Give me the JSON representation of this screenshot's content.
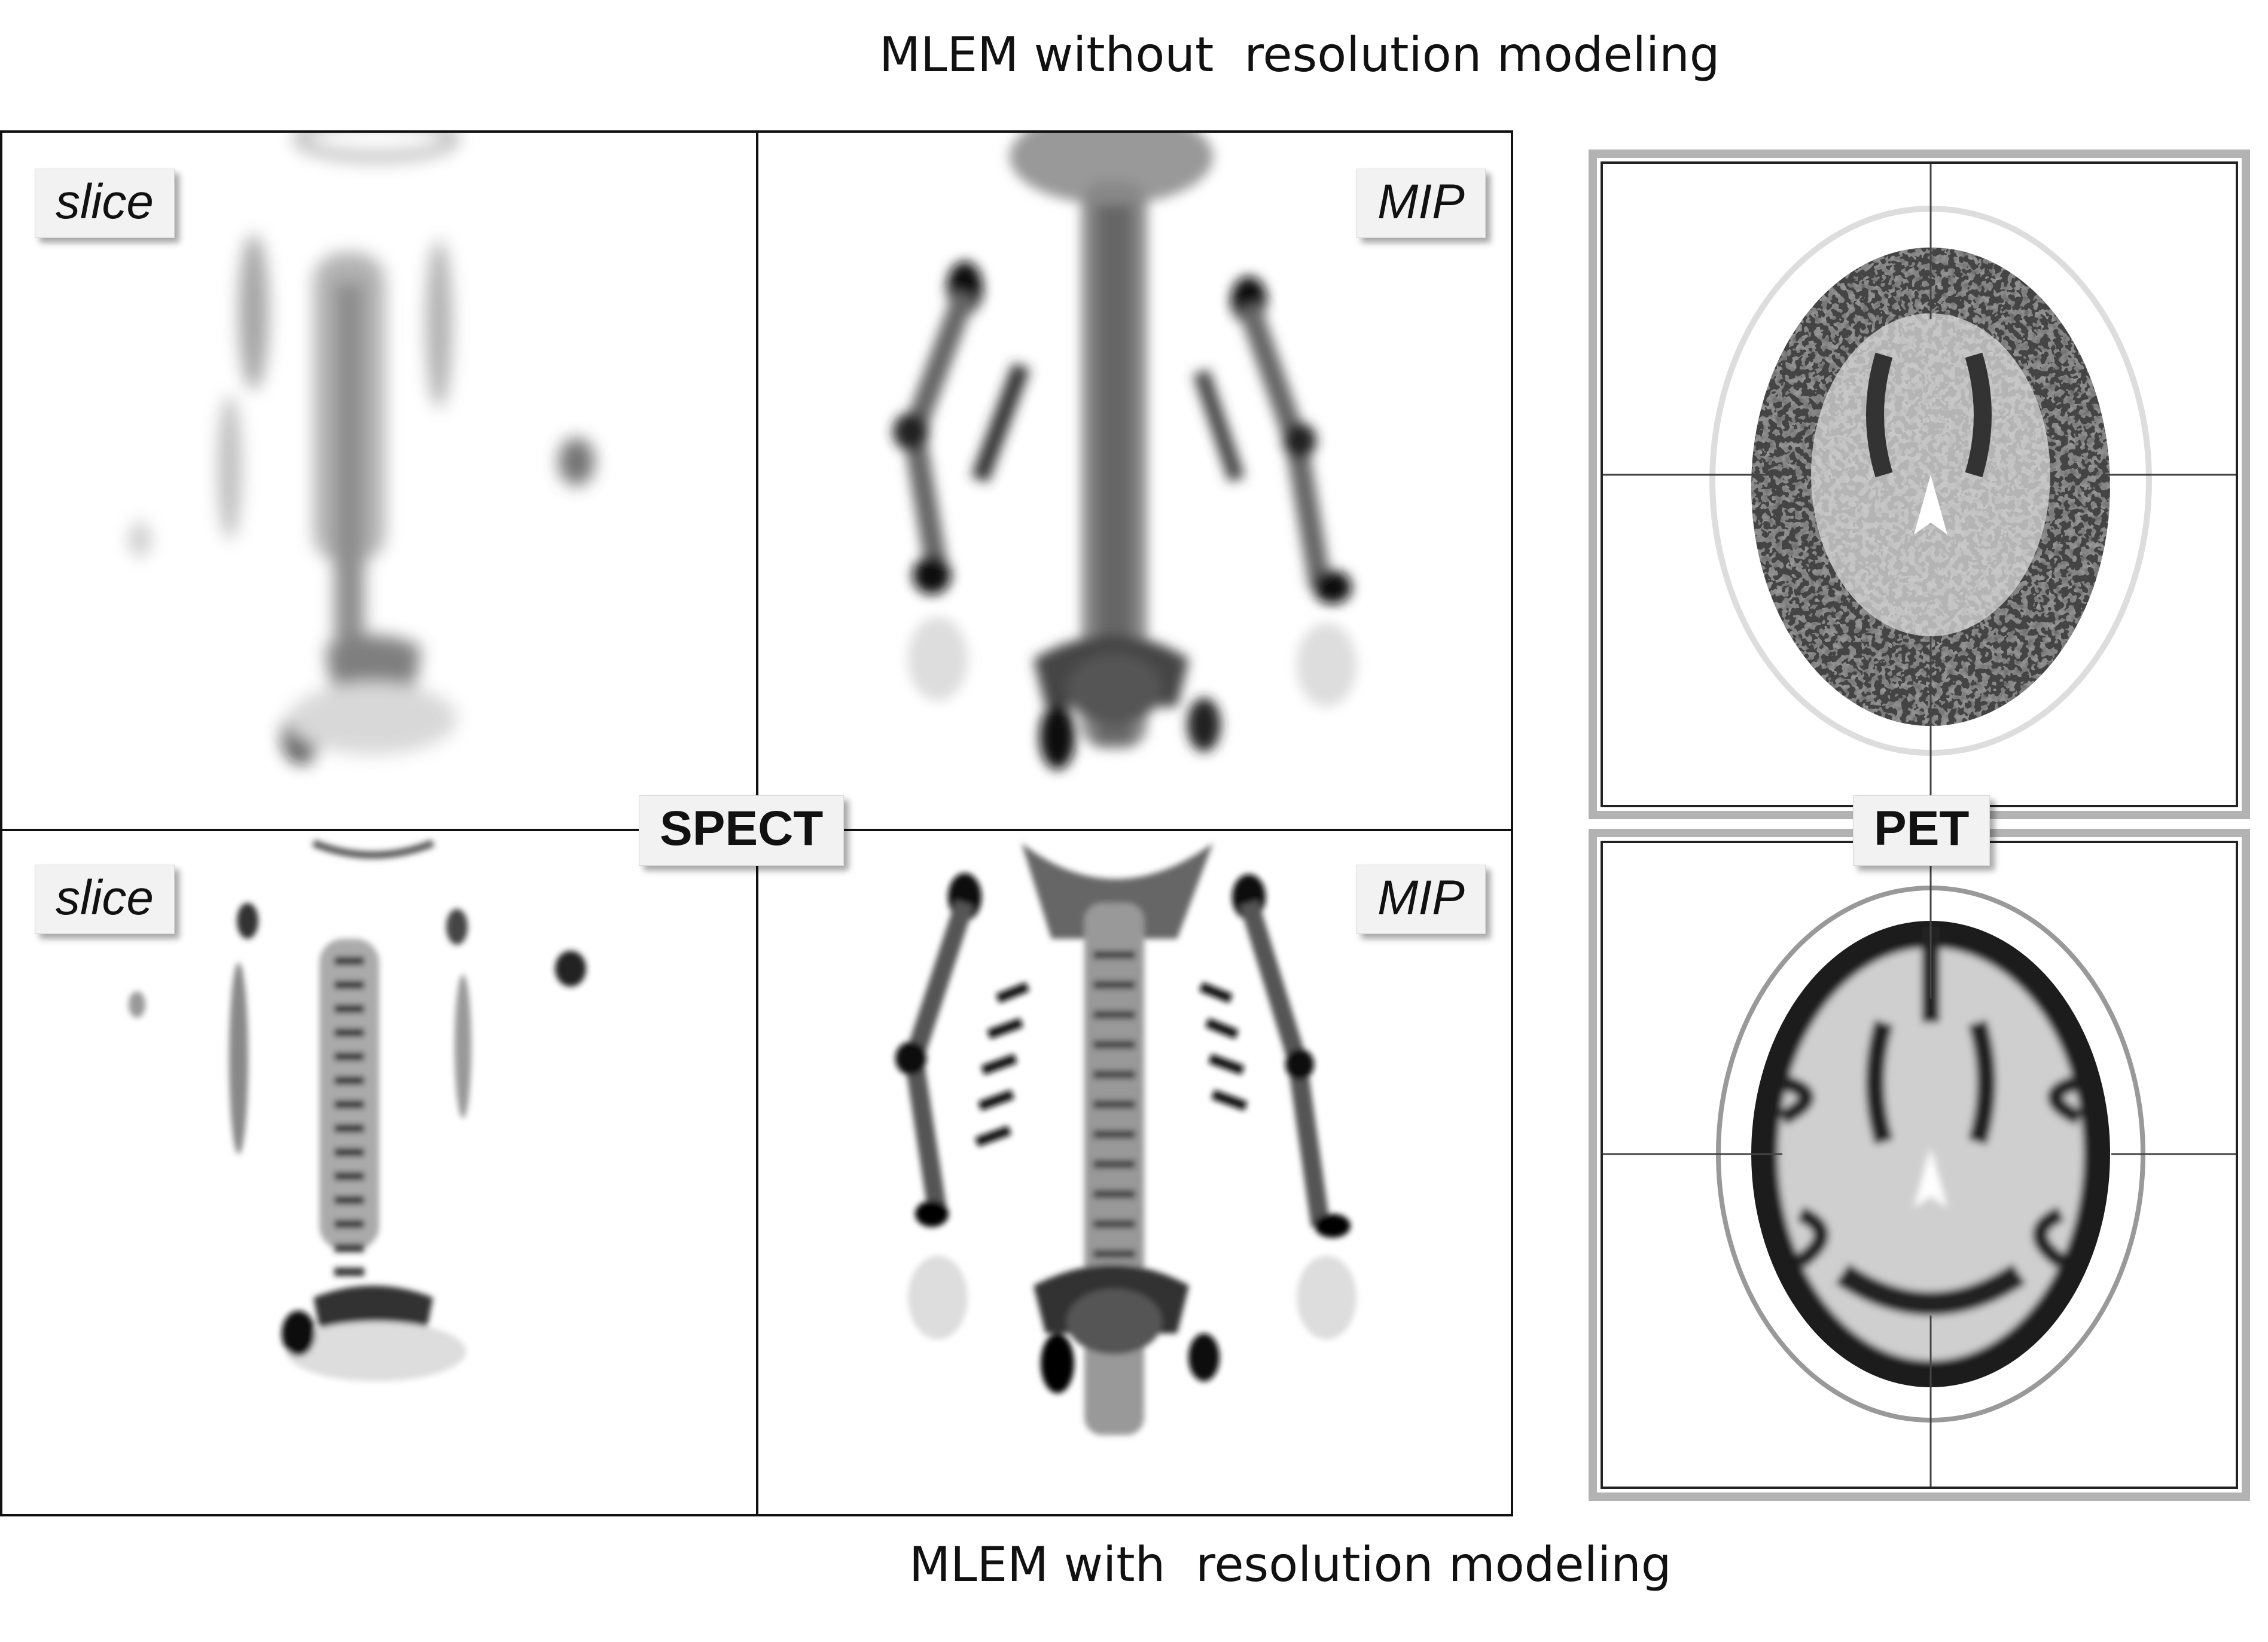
{
  "captions": {
    "top": "MLEM without  resolution modeling",
    "bottom": "MLEM with  resolution modeling"
  },
  "spect": {
    "label": "SPECT",
    "panels": [
      {
        "position": "top-left",
        "label": "slice",
        "image": "bone-scan-slice-no-resolution-modeling"
      },
      {
        "position": "top-right",
        "label": "MIP",
        "image": "bone-scan-mip-no-resolution-modeling"
      },
      {
        "position": "bottom-left",
        "label": "slice",
        "image": "bone-scan-slice-with-resolution-modeling"
      },
      {
        "position": "bottom-right",
        "label": "MIP",
        "image": "bone-scan-mip-with-resolution-modeling"
      }
    ]
  },
  "pet": {
    "label": "PET",
    "panels": [
      {
        "position": "top",
        "image": "brain-axial-no-resolution-modeling"
      },
      {
        "position": "bottom",
        "image": "brain-axial-with-resolution-modeling"
      }
    ]
  },
  "colors": {
    "frame": "#111111",
    "pet_border": "#b3b3b3",
    "tag_bg": "#f2f2f2",
    "uptake": "#1a1a1a"
  }
}
